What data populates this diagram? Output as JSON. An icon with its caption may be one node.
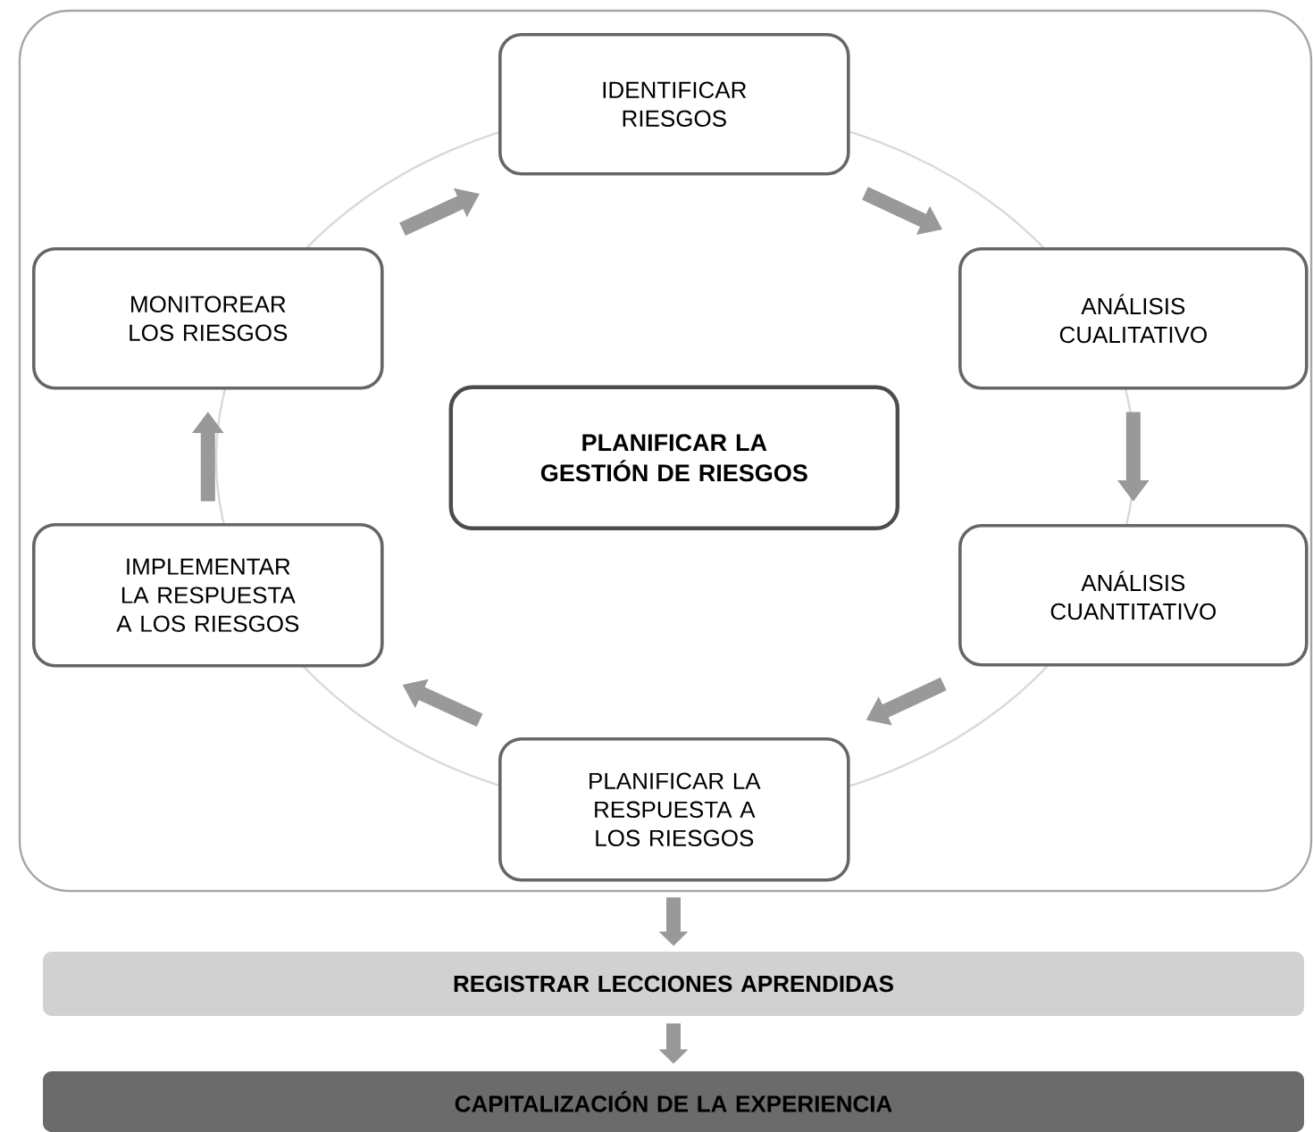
{
  "diagram": {
    "nodes": [
      {
        "text": [],
        "shape": "box"
      },
      {
        "text": [
          "IDENTIFICAR RIESGOS"
        ],
        "in": 0
      },
      {
        "text": [
          "ANÁLISIS CUALITATIVO"
        ],
        "in": 0
      },
      {
        "text": [
          "ANÁLISIS CUANTITATIVO"
        ],
        "in": 0
      },
      {
        "text": [
          "PLANIFICAR LA RESPUESTA A LOS RIESGOS"
        ],
        "in": 0
      },
      {
        "text": [
          "IMPLEMENTAR LA RESPUESTA A LOS RIESGOS"
        ],
        "in": 0
      },
      {
        "text": [
          "MONITOREAR LOS RIESGOS"
        ],
        "in": 0
      },
      {
        "text": [
          "PLANIFICAR LA GESTIÓN DE RIESGOS"
        ],
        "in": 0
      },
      {
        "text": [
          "REGISTRAR LECCIONES APRENDIDAS"
        ]
      },
      {
        "text": [
          "CAPITALIZACIÓN DE LA EXPERIENCIA"
        ]
      }
    ],
    "edges": [
      {
        "from": 1,
        "to": 2,
        "arrow": "to"
      },
      {
        "from": 2,
        "to": 3,
        "arrow": "to"
      },
      {
        "from": 3,
        "to": 4,
        "arrow": "to"
      },
      {
        "from": 4,
        "to": 5,
        "arrow": "to"
      },
      {
        "from": 5,
        "to": 6,
        "arrow": "to"
      },
      {
        "from": 6,
        "to": 1,
        "arrow": "to"
      },
      {
        "from": 0,
        "to": 8,
        "arrow": "to"
      },
      {
        "from": 8,
        "to": 9,
        "arrow": "to"
      }
    ]
  }
}
